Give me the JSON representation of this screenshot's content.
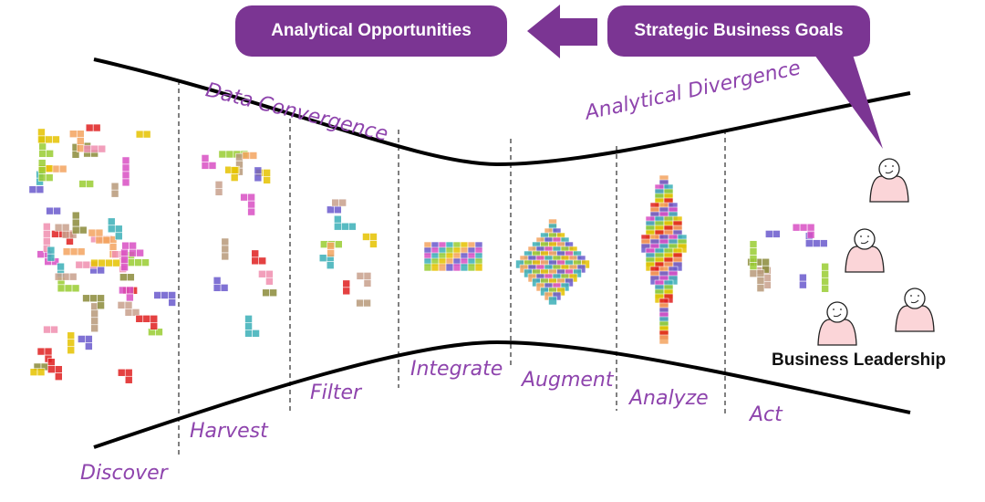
{
  "header": {
    "left_box": "Analytical Opportunities",
    "right_box": "Strategic Business Goals"
  },
  "phases": {
    "convergence": "Data Convergence",
    "divergence": "Analytical Divergence"
  },
  "stages": [
    "Discover",
    "Harvest",
    "Filter",
    "Integrate",
    "Augment",
    "Analyze",
    "Act"
  ],
  "people_label": "Business Leadership",
  "colors": {
    "accent": "#7b3593",
    "handwriting": "#8e44ad",
    "person_fill": "#fbd5d8"
  }
}
